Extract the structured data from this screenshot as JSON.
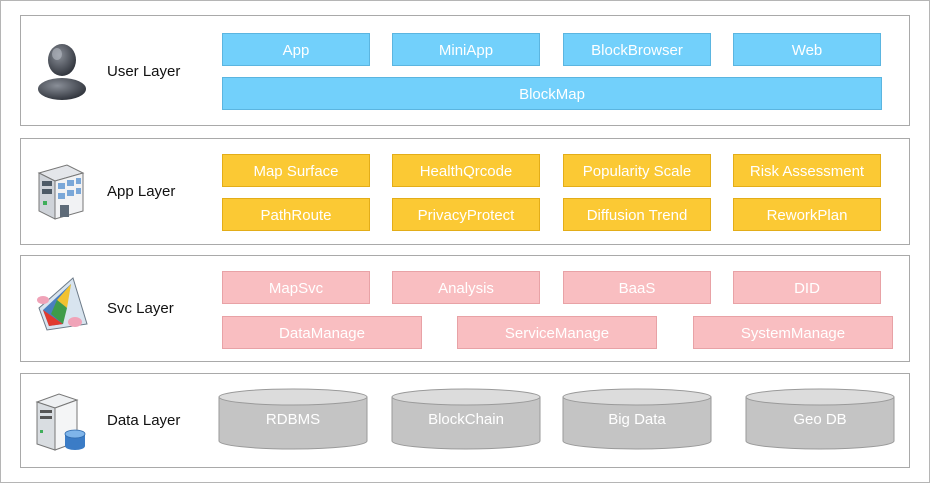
{
  "layers": {
    "user": {
      "label": "User Layer",
      "icon": "user-icon",
      "row1": [
        "App",
        "MiniApp",
        "BlockBrowser",
        "Web"
      ],
      "wide": "BlockMap"
    },
    "app": {
      "label": "App Layer",
      "icon": "building-icon",
      "row1": [
        "Map Surface",
        "HealthQrcode",
        "Popularity Scale",
        "Risk Assessment"
      ],
      "row2": [
        "PathRoute",
        "PrivacyProtect",
        "Diffusion Trend",
        "ReworkPlan"
      ]
    },
    "svc": {
      "label": "Svc Layer",
      "icon": "service-prism-icon",
      "row1": [
        "MapSvc",
        "Analysis",
        "BaaS",
        "DID"
      ],
      "row2": [
        "DataManage",
        "ServiceManage",
        "SystemManage"
      ]
    },
    "data": {
      "label": "Data Layer",
      "icon": "server-database-icon",
      "stores": [
        "RDBMS",
        "BlockChain",
        "Big Data",
        "Geo DB"
      ]
    }
  },
  "colors": {
    "user_box": "#72d0fb",
    "app_box": "#fbc934",
    "svc_box": "#f9bec1",
    "data_cylinder": "#c4c4c4",
    "layer_border": "#a9a9a9"
  }
}
